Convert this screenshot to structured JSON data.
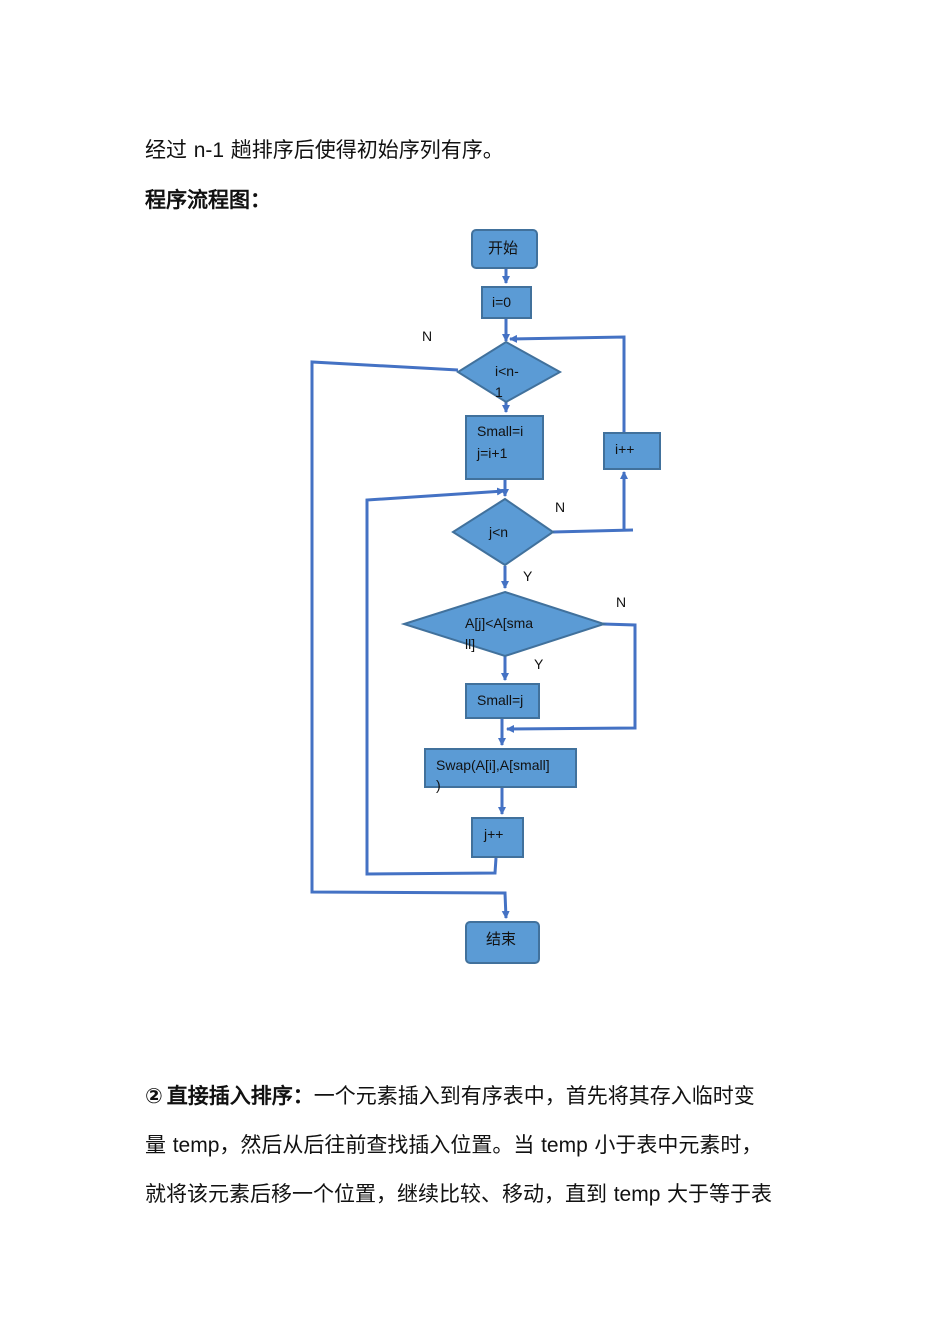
{
  "intro": {
    "text_before": "经过 ",
    "text_mid": "n-1",
    "text_after": " 趟排序后使得初始序列有序。"
  },
  "flow_heading": "程序流程图：",
  "flowchart": {
    "start": "开始",
    "init": "i=0",
    "cond_i": [
      "i<n-",
      "1"
    ],
    "set_small": [
      "Small=i",
      "j=i+1"
    ],
    "inc_i": "i++",
    "cond_j": "j<n",
    "cond_cmp": [
      "A[j]<A[sma",
      "ll]"
    ],
    "assign_small": "Small=j",
    "swap": [
      "Swap(A[i],A[small]",
      ")"
    ],
    "inc_j": "j++",
    "end": "结束",
    "labels": {
      "n1": "N",
      "n2": "N",
      "y1": "Y",
      "n3": "N",
      "y2": "Y"
    }
  },
  "section2": {
    "marker": "②",
    "title": "直接插入排序：",
    "line1": "一个元素插入到有序表中，首先将其存入临时变",
    "line2_a": "量 ",
    "line2_b": "temp",
    "line2_c": "，然后从后往前查找插入位置。当 ",
    "line2_d": "temp",
    "line2_e": " 小于表中元素时，",
    "line3_a": "就将该元素后移一个位置，继续比较、移动，直到 ",
    "line3_b": "temp",
    "line3_c": " 大于等于表"
  }
}
